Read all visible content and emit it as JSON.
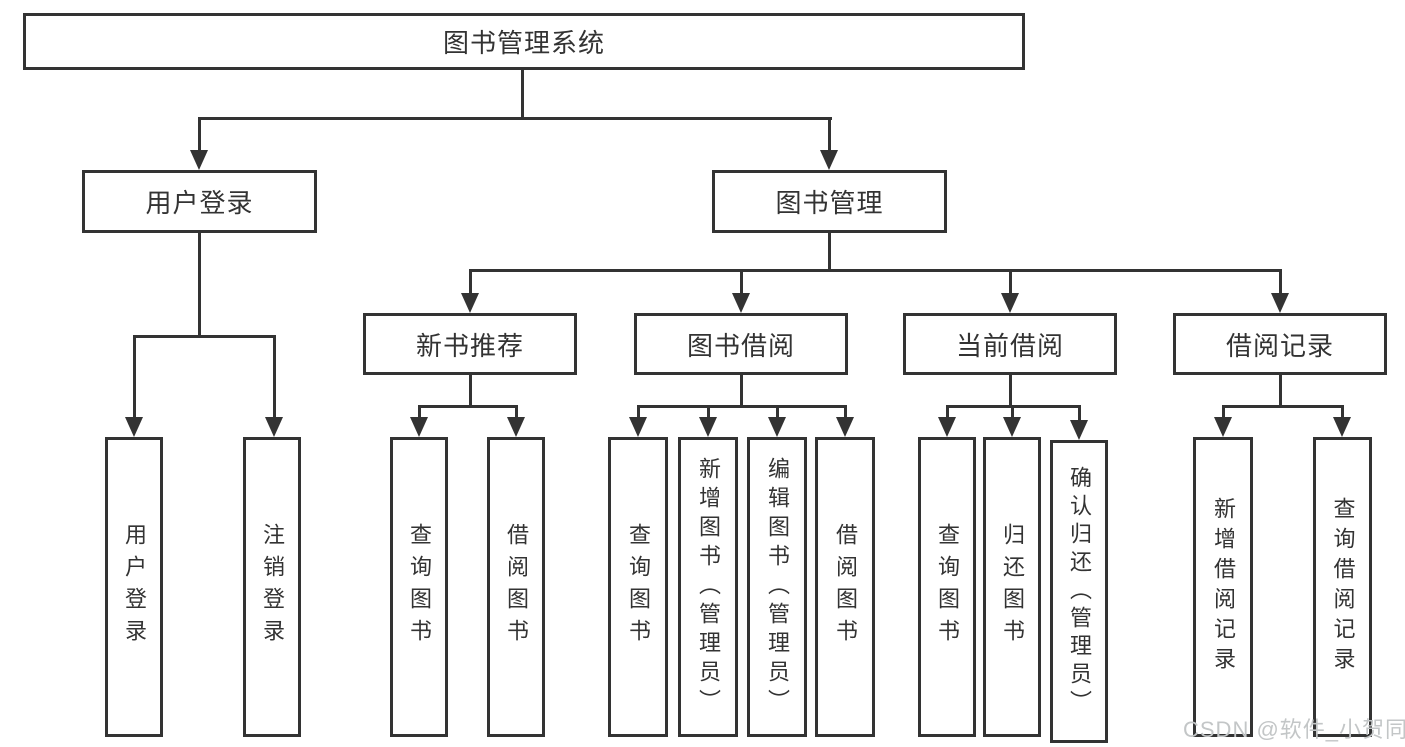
{
  "diagram": {
    "root": "图书管理系统",
    "user_login": {
      "label": "用户登录",
      "children": [
        "用户登录",
        "注销登录"
      ]
    },
    "book_mgmt": {
      "label": "图书管理",
      "sections": [
        {
          "label": "新书推荐",
          "children": [
            "查询图书",
            "借阅图书"
          ]
        },
        {
          "label": "图书借阅",
          "children": [
            "查询图书",
            "新增图书（管理员）",
            "编辑图书（管理员）",
            "借阅图书"
          ]
        },
        {
          "label": "当前借阅",
          "children": [
            "查询图书",
            "归还图书",
            "确认归还（管理员）"
          ]
        },
        {
          "label": "借阅记录",
          "children": [
            "新增借阅记录",
            "查询借阅记录"
          ]
        }
      ]
    },
    "watermark": "CSDN @软件_小贺同学",
    "colors": {
      "line": "#333333",
      "text": "#333333",
      "watermark": "#c3c6c7",
      "background": "#ffffff"
    }
  }
}
